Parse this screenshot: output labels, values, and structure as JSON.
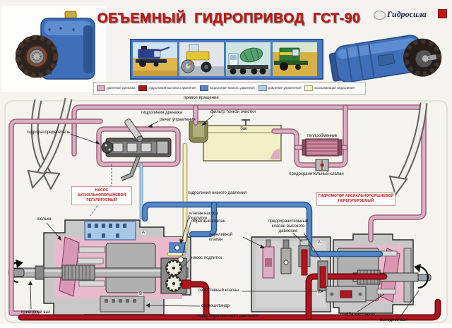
{
  "poster": {
    "title": "ОБЪЕМНЫЙ  ГИДРОПРИВОД  ГСТ-90",
    "brand": "Гидросила",
    "rotation_note": "правое вращение"
  },
  "legend": {
    "items": [
      {
        "label": "давление дренажа",
        "color": "#dcaec2"
      },
      {
        "label": "гидролиния высокого давления",
        "color": "#a8141e"
      },
      {
        "label": "гидролиния низкого давления",
        "color": "#5586c8"
      },
      {
        "label": "давление управления",
        "color": "#abceeb"
      },
      {
        "label": "всасывающая гидролиния",
        "color": "#f4f0c6"
      }
    ]
  },
  "components": {
    "pump_title": "НАСОС\nАКСИАЛЬНОПОРШНЕВОЙ\nРЕГУЛИРУЕМЫЙ",
    "motor_title": "ГИДРОМОТОР АКСИАЛЬНОПОРШНЕВОЙ\nНЕРЕГУЛИРУЕМЫЙ"
  },
  "labels": {
    "drain_line": "гидролиния дренажа",
    "control_lever": "рычаг управления",
    "distributor": "гидрораспределитель",
    "fine_filter": "фильтр тонкой очистки",
    "tank": "бак",
    "heat_exchanger": "теплообменник",
    "safety_valve": "предохранительный клапан",
    "low_pressure_line": "гидролиния низкого давления",
    "boost_valve": "клапан насоса подпитки",
    "check_valve": "обратный клапан",
    "overflow_valve": "переливной клапан",
    "hp_safety_valve": "предохранительный\nклапан высокого давления",
    "boost_pump": "насос подпитки",
    "selective_valve": "селективный клапан",
    "servo_cylinder": "сервоцилиндр",
    "high_pressure_line": "гидролиния  высокого давления",
    "cradle": "люлька",
    "drive_shaft": "приводной вал",
    "swash_plate": "шайба наклонная",
    "output_shaft": "выходной вал"
  },
  "ports": {
    "pump_a": "А",
    "pump_b": "В",
    "motor_a": "А",
    "motor_b": "В"
  }
}
